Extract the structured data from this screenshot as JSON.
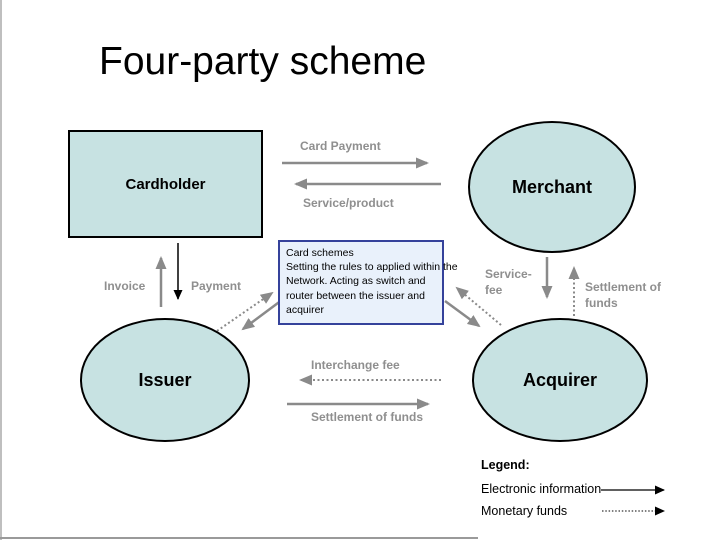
{
  "title": "Four-party scheme",
  "nodes": {
    "cardholder": {
      "label": "Cardholder"
    },
    "merchant": {
      "label": "Merchant"
    },
    "issuer": {
      "label": "Issuer"
    },
    "acquirer": {
      "label": "Acquirer"
    }
  },
  "scheme_box": {
    "lines": [
      "Card schemes",
      "Setting the rules to applied within the",
      "Network. Acting as switch and",
      "router between the issuer and",
      "acquirer"
    ]
  },
  "flows": {
    "card_payment": "Card Payment",
    "service_product": "Service/product",
    "invoice": "Invoice",
    "payment": "Payment",
    "service_fee": "Service-\nfee",
    "settlement_right": "Settlement of\nfunds",
    "interchange_fee": "Interchange fee",
    "settlement_bottom": "Settlement of funds"
  },
  "legend": {
    "title": "Legend:",
    "electronic": "Electronic information",
    "monetary": "Monetary funds"
  },
  "colors": {
    "node_fill": "#c7e2e2",
    "node_border": "#000000",
    "scheme_box_fill": "#e9f1fb",
    "scheme_box_border": "#35429b",
    "arrow_gray": "#8a8a8a",
    "label_gray": "#8f8f8f",
    "arrow_black": "#000000"
  }
}
